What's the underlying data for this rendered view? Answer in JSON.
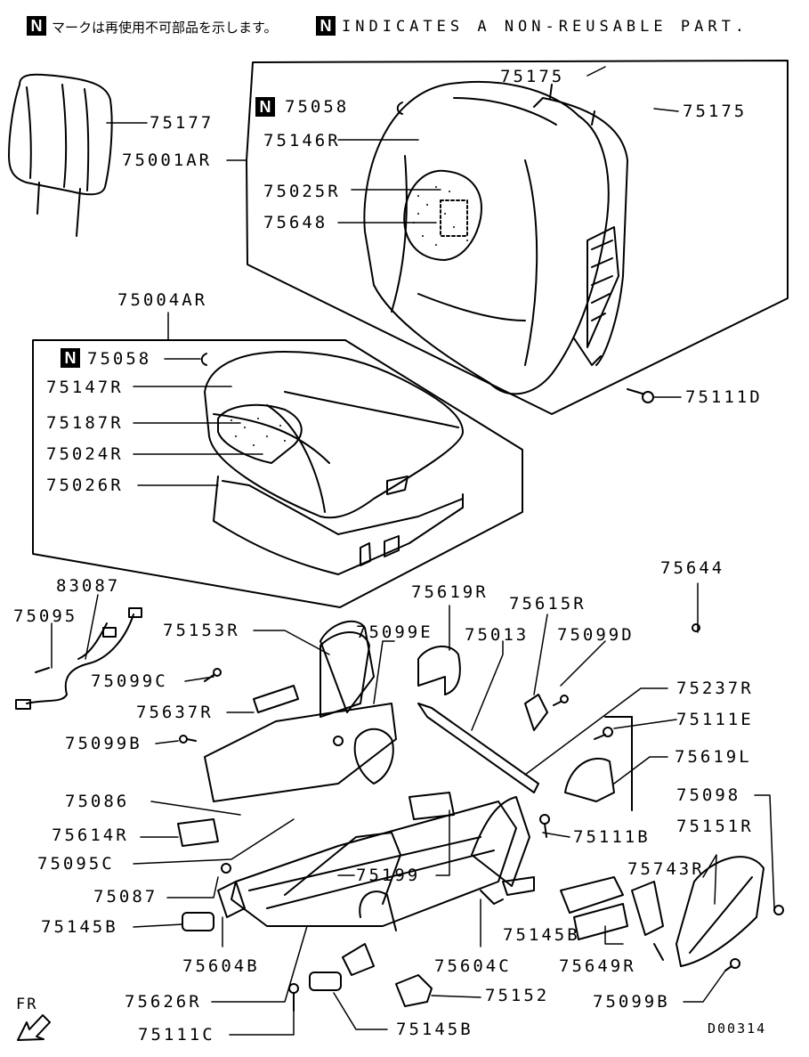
{
  "header": {
    "n_mark": "N",
    "note_jp": "マークは再使用不可部品を示します。",
    "note_en": "INDICATES A NON-REUSABLE PART."
  },
  "labels": {
    "l75177": "75177",
    "l75001AR": "75001AR",
    "l75175a": "75175",
    "l75175b": "75175",
    "l75058a": "75058",
    "l75146R": "75146R",
    "l75025R": "75025R",
    "l75648": "75648",
    "l75004AR": "75004AR",
    "l75058b": "75058",
    "l75147R": "75147R",
    "l75187R": "75187R",
    "l75024R": "75024R",
    "l75026R": "75026R",
    "l75111D": "75111D",
    "l83087": "83087",
    "l75095": "75095",
    "l75153R": "75153R",
    "l75099E": "75099E",
    "l75619R": "75619R",
    "l75615R": "75615R",
    "l75013": "75013",
    "l75099D": "75099D",
    "l75644": "75644",
    "l75099C": "75099C",
    "l75237R": "75237R",
    "l75637R": "75637R",
    "l75111E": "75111E",
    "l75099B": "75099B",
    "l75619L": "75619L",
    "l75086": "75086",
    "l75098": "75098",
    "l75614R": "75614R",
    "l75151R": "75151R",
    "l75111B": "75111B",
    "l75095C": "75095C",
    "l75199": "75199",
    "l75743R": "75743R",
    "l75087": "75087",
    "l75145Ba": "75145B",
    "l75145Bb": "75145B",
    "l75604B": "75604B",
    "l75604C": "75604C",
    "l75649R": "75649R",
    "l75626R": "75626R",
    "l75152": "75152",
    "l75099B2": "75099B",
    "l75111C": "75111C",
    "l75145Bc": "75145B"
  },
  "footer": {
    "direction": "FR",
    "diagram_code": "D00314"
  }
}
